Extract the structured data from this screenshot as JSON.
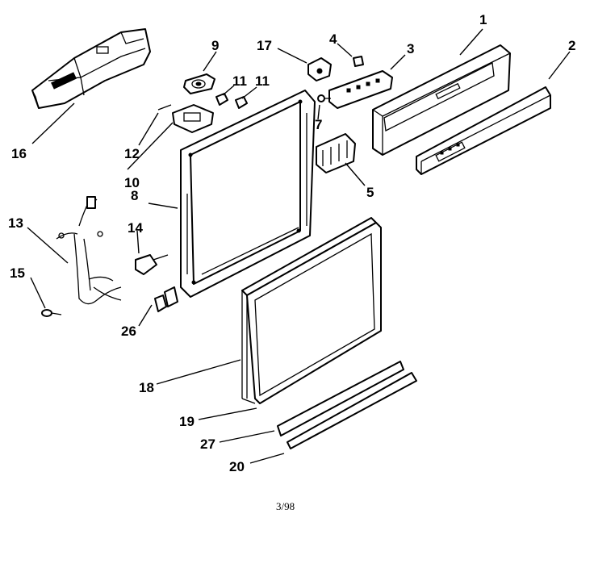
{
  "diagram": {
    "callouts": [
      {
        "id": "1",
        "label": "1"
      },
      {
        "id": "2",
        "label": "2"
      },
      {
        "id": "3",
        "label": "3"
      },
      {
        "id": "4",
        "label": "4"
      },
      {
        "id": "5",
        "label": "5"
      },
      {
        "id": "7",
        "label": "7"
      },
      {
        "id": "8",
        "label": "8"
      },
      {
        "id": "9",
        "label": "9"
      },
      {
        "id": "10",
        "label": "10"
      },
      {
        "id": "11a",
        "label": "11"
      },
      {
        "id": "11b",
        "label": "11"
      },
      {
        "id": "12",
        "label": "12"
      },
      {
        "id": "13",
        "label": "13"
      },
      {
        "id": "14",
        "label": "14"
      },
      {
        "id": "15",
        "label": "15"
      },
      {
        "id": "16",
        "label": "16"
      },
      {
        "id": "17",
        "label": "17"
      },
      {
        "id": "18",
        "label": "18"
      },
      {
        "id": "19",
        "label": "19"
      },
      {
        "id": "20",
        "label": "20"
      },
      {
        "id": "26",
        "label": "26"
      },
      {
        "id": "27",
        "label": "27"
      }
    ],
    "footer_code": "3/98",
    "colors": {
      "line": "#000000",
      "paper": "#ffffff"
    }
  }
}
